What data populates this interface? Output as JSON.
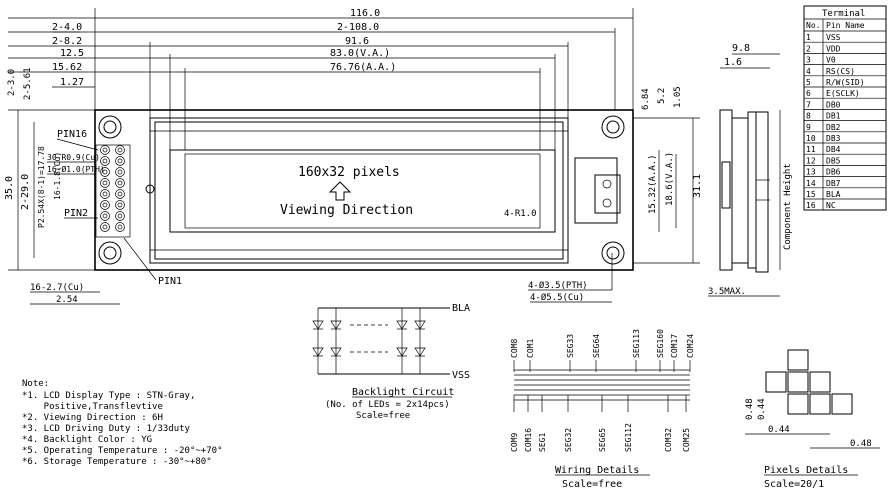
{
  "dims": {
    "top": [
      "116.0",
      "2-108.0",
      "91.6",
      "83.0(V.A.)",
      "76.76(A.A.)"
    ],
    "left_top": [
      "2-4.0",
      "2-8.2",
      "12.5",
      "15.62",
      "1.27"
    ],
    "vert_left": [
      "2-3.0",
      "2-5.61"
    ],
    "left_side": [
      "35.0",
      "2-29.0",
      "P2.54X(8-1)=17.78",
      "16-1.8(Cu)"
    ],
    "pin_notes": [
      "30-R0.9(Cu)",
      "16-Ø1.0(PTH)"
    ],
    "pins": [
      "PIN16",
      "PIN2",
      "PIN1"
    ],
    "bottom_left": [
      "16-2.7(Cu)",
      "2.54"
    ],
    "display_text": "160x32 pixels",
    "viewing": "Viewing Direction",
    "corner_radius": "4-R1.0",
    "right_dims": [
      "6.84",
      "5.2",
      "1.05",
      "15.32(A.A.)",
      "18.6(V.A.)",
      "31.1"
    ],
    "holes": [
      "4-Ø3.5(PTH)",
      "4-Ø5.5(Cu)"
    ],
    "side_view": [
      "9.8",
      "1.6",
      "Component Height",
      "3.5MAX."
    ]
  },
  "terminal": {
    "title": "Terminal",
    "headers": [
      "No.",
      "Pin Name"
    ],
    "rows": [
      [
        "1",
        "VSS"
      ],
      [
        "2",
        "VDD"
      ],
      [
        "3",
        "V0"
      ],
      [
        "4",
        "RS(CS)"
      ],
      [
        "5",
        "R/W(SID)"
      ],
      [
        "6",
        "E(SCLK)"
      ],
      [
        "7",
        "DB0"
      ],
      [
        "8",
        "DB1"
      ],
      [
        "9",
        "DB2"
      ],
      [
        "10",
        "DB3"
      ],
      [
        "11",
        "DB4"
      ],
      [
        "12",
        "DB5"
      ],
      [
        "13",
        "DB6"
      ],
      [
        "14",
        "DB7"
      ],
      [
        "15",
        "BLA"
      ],
      [
        "16",
        "NC"
      ]
    ]
  },
  "notes": {
    "title": "Note:",
    "lines": [
      "*1. LCD Display Type : STN-Gray,",
      "    Positive,Transflevtive",
      "*2. Viewing Direction : 6H",
      "*3. LCD Driving Duty : 1/33duty",
      "*4. Backlight Color : YG",
      "*5. Operating Temperature : -20°~+70°",
      "*6. Storage Temperature : -30°~+80°"
    ]
  },
  "backlight": {
    "bla": "BLA",
    "vss": "VSS",
    "title": "Backlight Circuit",
    "sub": "(No. of LEDs = 2x14pcs)",
    "scale": "Scale=free"
  },
  "wiring": {
    "top": [
      "COM8",
      "COM1",
      "SEG33",
      "SEG64",
      "SEG113",
      "SEG160",
      "COM17",
      "COM24"
    ],
    "bottom": [
      "COM9",
      "COM16",
      "SEG1",
      "SEG32",
      "SEG65",
      "SEG112",
      "COM32",
      "COM25"
    ],
    "title": "Wiring Details",
    "scale": "Scale=free"
  },
  "pixels": {
    "dims": [
      "0.48",
      "0.44",
      "0.44",
      "0.48"
    ],
    "title": "Pixels Details",
    "scale": "Scale=20/1"
  }
}
